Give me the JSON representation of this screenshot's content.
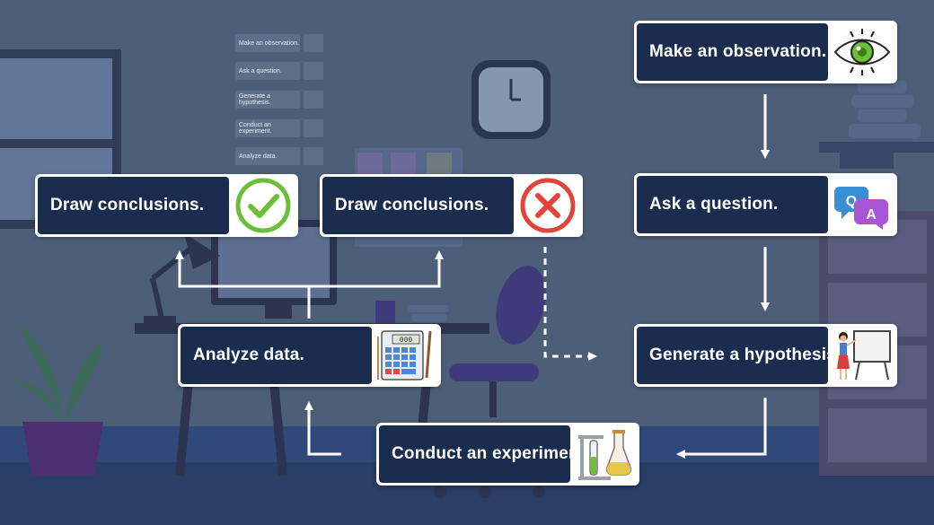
{
  "cards": {
    "observation": "Make an observation.",
    "question": "Ask a question.",
    "hypothesis": "Generate a hypothesis.",
    "experiment": "Conduct an experiment.",
    "analyze": "Analyze data.",
    "conclusion_yes": "Draw conclusions.",
    "conclusion_no": "Draw conclusions."
  },
  "minimap": {
    "items": [
      "Make an observation.",
      "Ask a question.",
      "Generate a hypothesis.",
      "Conduct an experiment.",
      "Analyze data."
    ]
  },
  "icons": {
    "observation": "eye-icon",
    "question": "qa-chat-icon",
    "hypothesis": "presenter-board-icon",
    "experiment": "lab-flask-icon",
    "analyze": "calculator-icon",
    "conclusion_yes": "check-circle-icon",
    "conclusion_no": "x-circle-icon"
  },
  "colors": {
    "card_label_bg": "#1b2d4f",
    "card_border": "#ffffff",
    "check_green": "#6cbf3a",
    "cross_red": "#e2443b",
    "background": "#4d5f78"
  }
}
